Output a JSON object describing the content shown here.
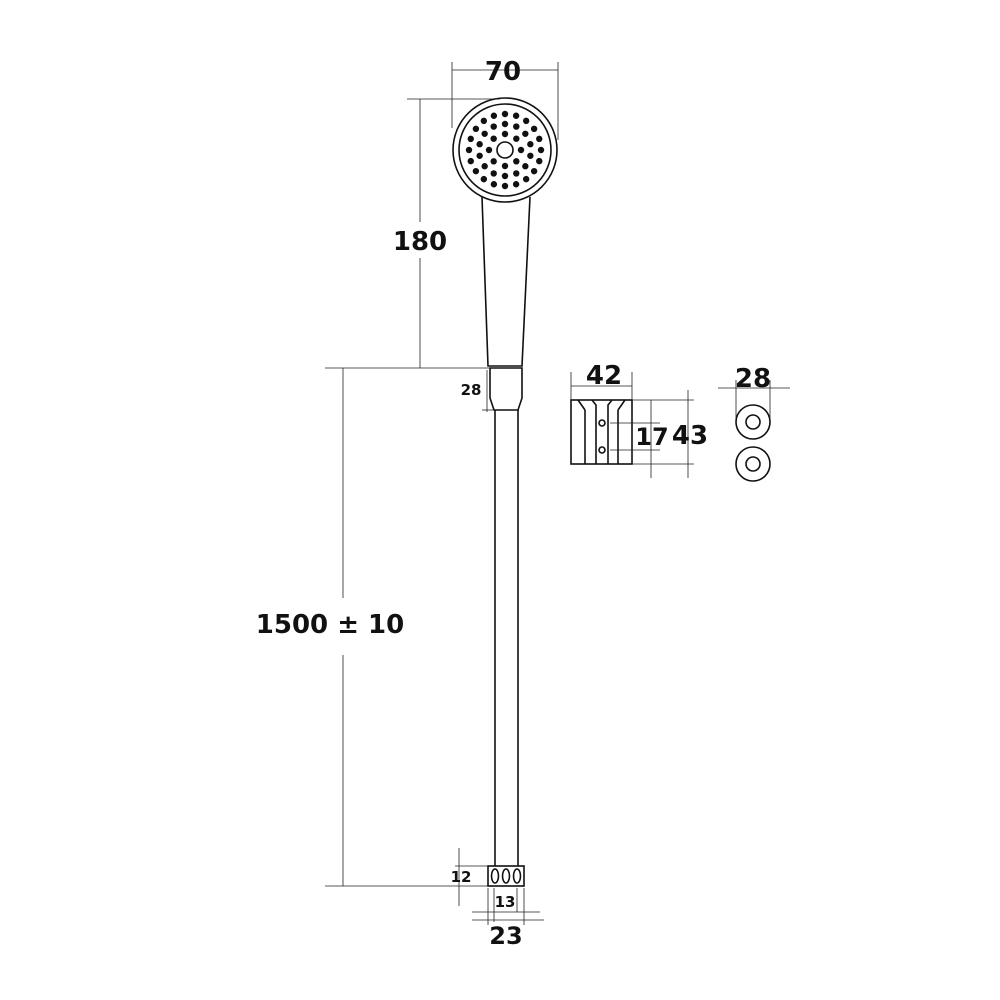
{
  "dimensions": {
    "head_width": "70",
    "overall_height": "180",
    "handle_end": "28",
    "hose_length": "1500 ± 10",
    "nut_height": "12",
    "nut_inner": "13",
    "nut_outer": "23",
    "holder_width": "42",
    "holder_hole_spacing": "17",
    "holder_height": "43",
    "washer_diameter": "28"
  }
}
